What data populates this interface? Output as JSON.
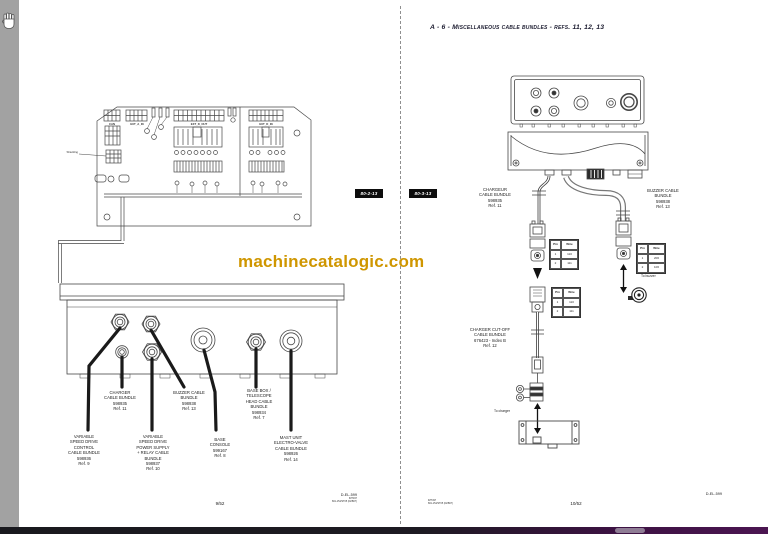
{
  "watermark": {
    "text": "machinecatalogic.com",
    "color": "#cf9600"
  },
  "viewer": {
    "tab_left": "80-2-13",
    "tab_right": "80-3-13"
  },
  "left_page": {
    "board_labels": {
      "can": "CAN",
      "ext_a_in": "EXT_A_IN",
      "ext_d_out": "EXT_D_OUT",
      "ext_d_in": "EXT_D_IN",
      "shielding": "Shielding"
    },
    "bundle_labels": {
      "charger": "CHARGER\nCABLE BUNDLE\n598935\nRef. 11",
      "buzzer": "BUZZER CABLE\nBUNDLE\n598938\nRef. 13",
      "base_box": "BASE BOX /\nTELESCOPE\nHEAD CABLE\nBUNDLE\n598934\nRef. 7",
      "vsd_control": "VARIABLE\nSPEED DRIVE\nCONTROL\nCABLE BUNDLE\n598936\nRef. 9",
      "vsd_power": "VARIABLE\nSPEED DRIVE\nPOWER SUPPLY\n+ RELAY CABLE\nBUNDLE\n598937\nRef. 10",
      "base_console": "BASE\nCONSOLE\n599167\nRef. 8",
      "mast_unit": "MAST UNIT\nELECTRO-VALVE\nCABLE BUNDLE\n598926\nRef. 14"
    },
    "footer": {
      "page": "9/52",
      "doc_ref": "D-EL-599",
      "imprint": "IMT497\n801-154/ST05 (02/B07)"
    }
  },
  "right_page": {
    "title": "A - 6 - Miscellaneous cable bundles - refs. 11, 12, 13",
    "labels": {
      "chargeur": "CHARGEUR\nCABLE BUNDLE\n598935\nRef. 11",
      "buzzer": "BUZZER CABLE\nBUNDLE\n598938\nRef. 13",
      "cutoff": "CHARGER CUT-OFF\nCABLE BUNDLE\n676423 - Index B\nRef. 12",
      "to_charger": "To charger",
      "to_buzzer": "To buzzer"
    },
    "tables": {
      "headers": [
        "Pin",
        "Wire"
      ],
      "charger_upper": {
        "rows": [
          [
            "1",
            "110"
          ],
          [
            "2",
            "111"
          ]
        ]
      },
      "charger_lower": {
        "rows": [
          [
            "1",
            "110"
          ],
          [
            "2",
            "111"
          ]
        ]
      },
      "buzzer": {
        "rows": [
          [
            "1",
            "206"
          ],
          [
            "2",
            "106"
          ]
        ]
      }
    },
    "footer": {
      "page": "10/52",
      "doc_ref": "D-EL-599",
      "imprint": "IMT497\n801-154/ST05 (02/B07)"
    }
  }
}
